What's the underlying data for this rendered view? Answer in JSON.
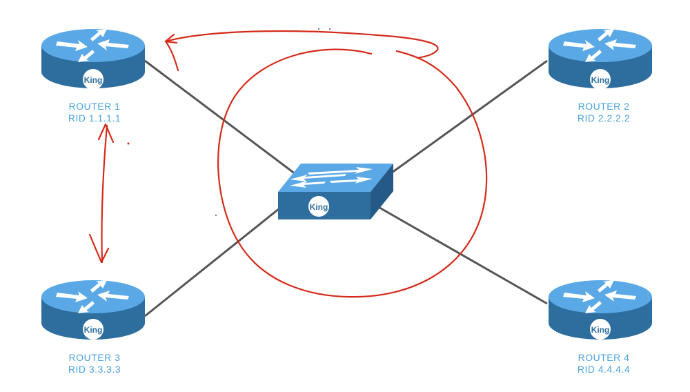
{
  "routers": [
    {
      "id": "r1",
      "name": "ROUTER 1",
      "rid": "RID 1.1.1.1",
      "badge": "King",
      "icon": "router-icon"
    },
    {
      "id": "r2",
      "name": "ROUTER 2",
      "rid": "RID 2.2.2.2",
      "badge": "King",
      "icon": "router-icon"
    },
    {
      "id": "r3",
      "name": "ROUTER 3",
      "rid": "RID 3.3.3.3",
      "badge": "King",
      "icon": "router-icon"
    },
    {
      "id": "r4",
      "name": "ROUTER 4",
      "rid": "RID 4.4.4.4",
      "badge": "King",
      "icon": "router-icon"
    }
  ],
  "switch": {
    "badge": "King",
    "icon": "switch-icon"
  },
  "colors": {
    "device_top": "#5aa9e6",
    "device_side": "#2e6e9e",
    "label": "#4aa3df",
    "link": "#555555",
    "annotation": "#d42a1a"
  }
}
